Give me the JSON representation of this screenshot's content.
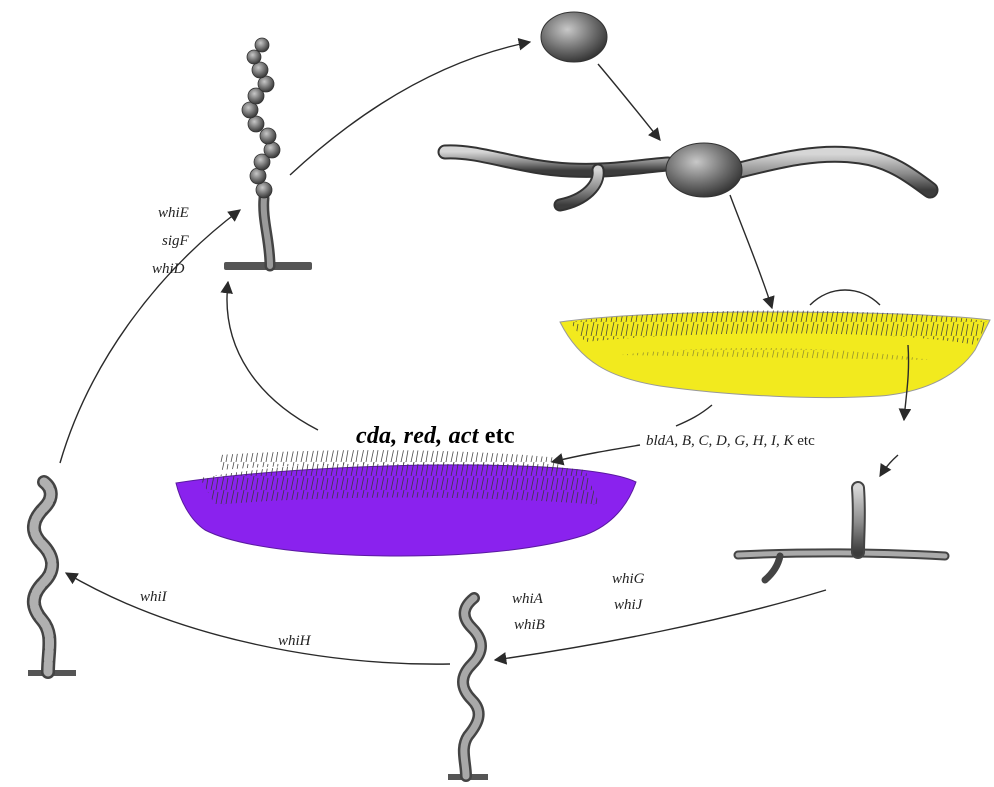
{
  "labels": {
    "aerial_genes": [
      "whiE",
      "sigF",
      "whiD"
    ],
    "antibiotics_main": "cda, red, act",
    "antibiotics_suffix": "etc",
    "bld_genes": "bldA, B, C, D, G, H, I, K",
    "bld_suffix": "etc",
    "whiG": "whiG",
    "whiJ": "whiJ",
    "whiA": "whiA",
    "whiB": "whiB",
    "whiI": "whiI",
    "whiH": "whiH"
  },
  "colors": {
    "vegetative_mycelium": "#f2ea1e",
    "antibiotic_mycelium": "#8a22ee",
    "ink": "#2a2a2a",
    "hypha_body": "#8c8c8c"
  }
}
